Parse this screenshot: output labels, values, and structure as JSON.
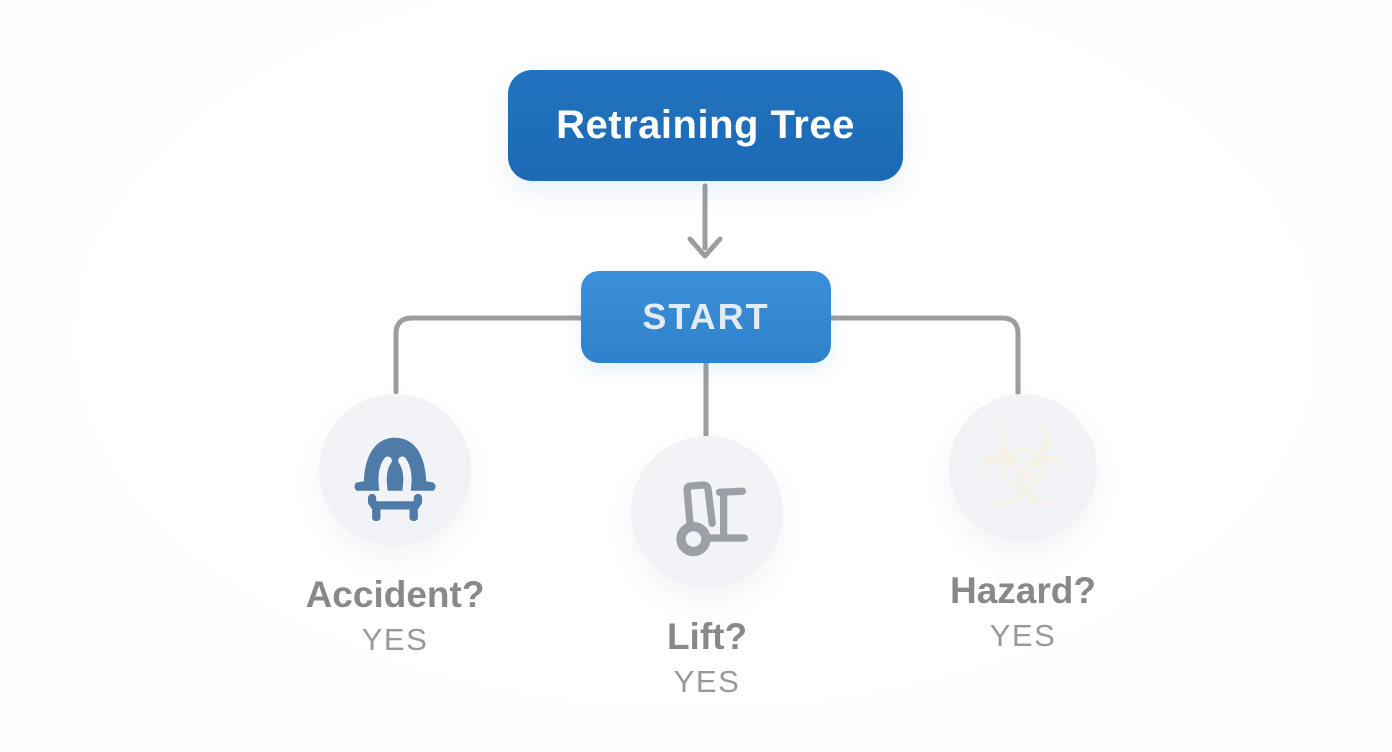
{
  "diagram": {
    "title": "Retraining Tree",
    "start_label": "START",
    "branches": [
      {
        "id": "accident",
        "icon": "hard-hat-icon",
        "question": "Accident?",
        "answer": "YES"
      },
      {
        "id": "lift",
        "icon": "forklift-icon",
        "question": "Lift?",
        "answer": "YES"
      },
      {
        "id": "hazard",
        "icon": "biohazard-icon",
        "question": "Hazard?",
        "answer": "YES",
        "glyph": "☣"
      }
    ]
  },
  "colors": {
    "title_box": "#1c69b5",
    "start_box": "#3b90d9",
    "node_text": "#ffffff",
    "start_text": "#e4ebf3",
    "connector": "#9b9ea0",
    "circle_bg": "#edf0f5",
    "hard_hat_icon": "#4e7ba8",
    "forklift_icon": "#9aa0a5",
    "biohazard_icon": "#f5f1e6",
    "question_text": "#87898c",
    "answer_text": "#97999b"
  }
}
